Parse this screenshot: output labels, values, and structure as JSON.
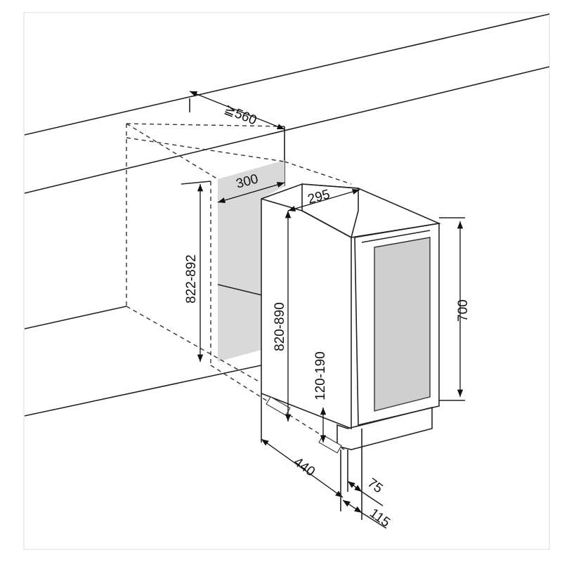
{
  "dimensions": {
    "niche_width": "≧560",
    "niche_depth_top": "300",
    "appliance_width": "295",
    "niche_height": "822-892",
    "appliance_height": "820-890",
    "door_height": "700",
    "plinth_height": "120-190",
    "appliance_depth": "440",
    "foot_offset": "75",
    "door_depth": "115"
  },
  "colors": {
    "niche_fill": "#d9d9d9",
    "window_fill": "#cfcfcf",
    "line": "#222222"
  }
}
